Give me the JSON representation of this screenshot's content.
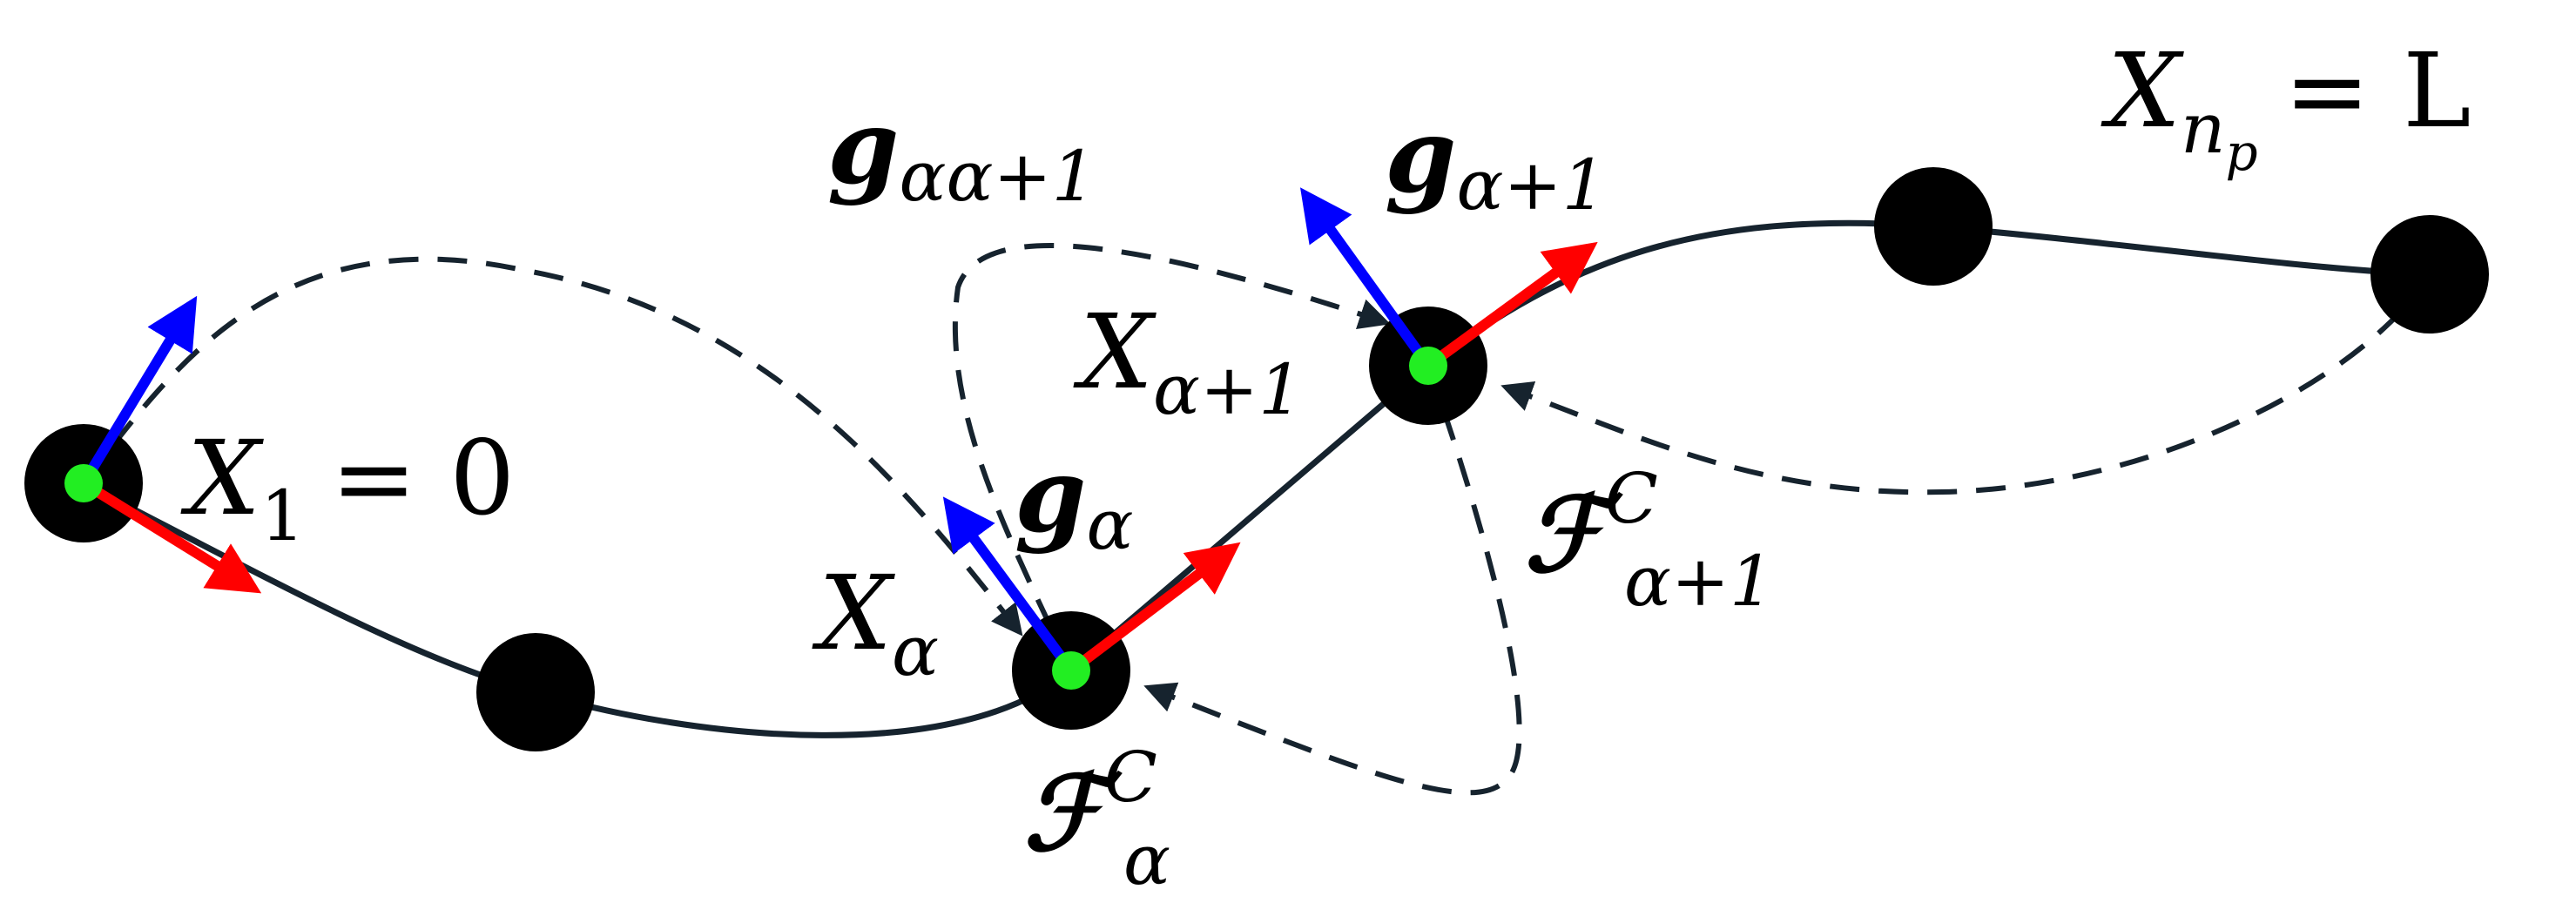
{
  "colors": {
    "rod": "#16232e",
    "node": "#000000",
    "center": "#22ee22",
    "tangent": "#ff0000",
    "normal": "#0000ff",
    "dashed": "#16232e"
  },
  "labels": {
    "x1": {
      "base": "X",
      "sub": "1",
      "rest": "= 0"
    },
    "xnp": {
      "base": "X",
      "sub": "n",
      "subsub": "p",
      "rest": "= L"
    },
    "xalpha": {
      "base": "X",
      "sub": "α"
    },
    "xalpha1": {
      "base": "X",
      "sub": "α+1"
    },
    "galpha": {
      "base": "g",
      "sub": "α"
    },
    "galpha1": {
      "base": "g",
      "sub": "α+1"
    },
    "galphaalpha1": {
      "base": "g",
      "sub": "αα+1"
    },
    "falpha": {
      "base": "ℱ",
      "sup": "C",
      "sub": "α"
    },
    "falpha1": {
      "base": "ℱ",
      "sup": "C",
      "sub": "α+1"
    }
  }
}
